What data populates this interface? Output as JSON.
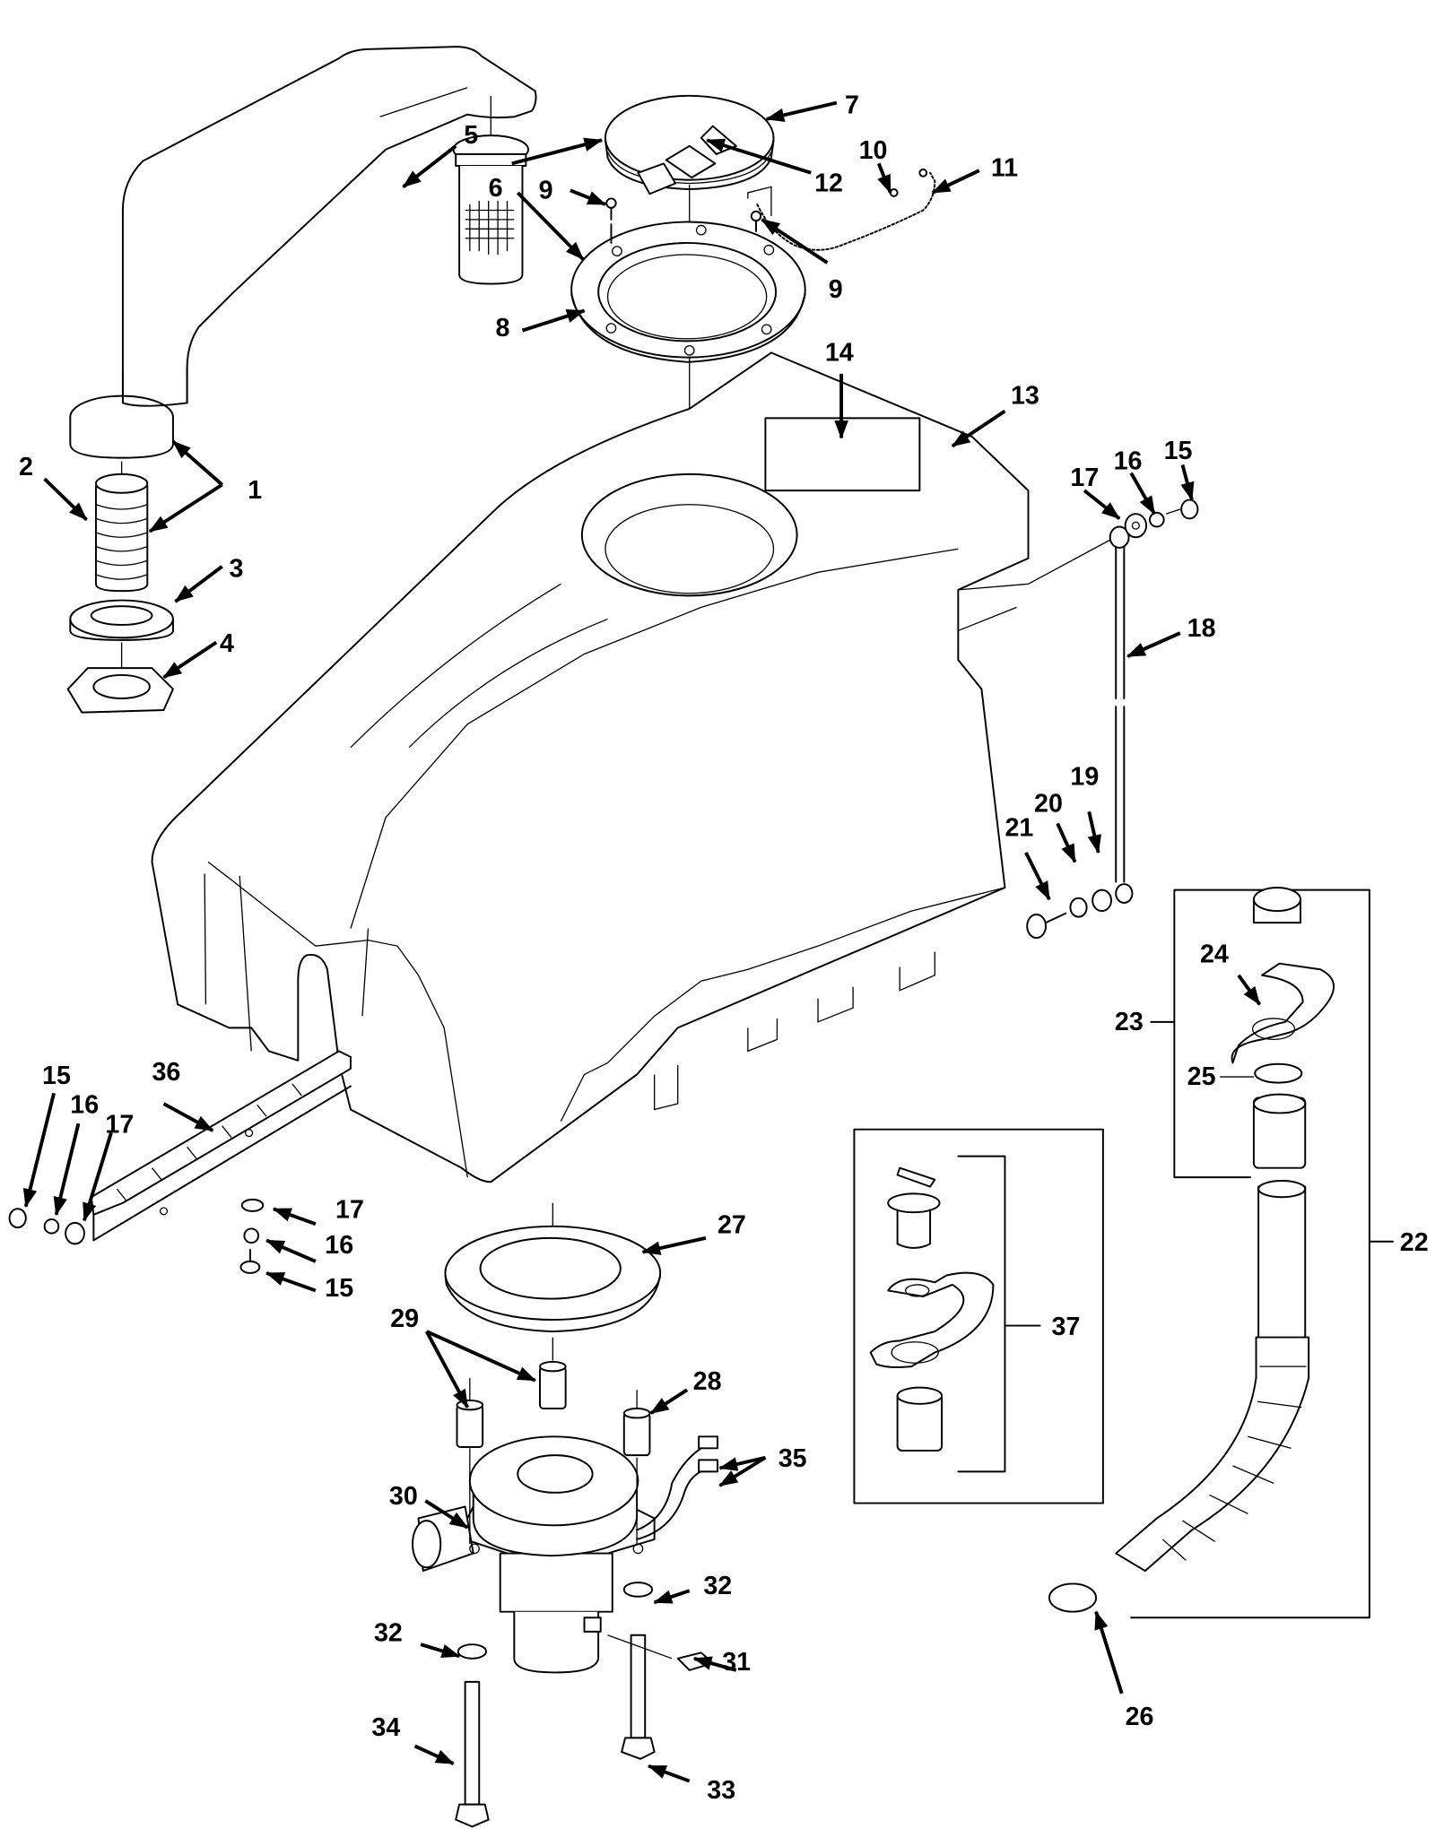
{
  "diagram": {
    "type": "exploded parts diagram",
    "part_labels": [
      {
        "id": "1",
        "text": "1"
      },
      {
        "id": "2",
        "text": "2"
      },
      {
        "id": "3",
        "text": "3"
      },
      {
        "id": "4",
        "text": "4"
      },
      {
        "id": "5",
        "text": "5"
      },
      {
        "id": "6",
        "text": "6"
      },
      {
        "id": "7",
        "text": "7"
      },
      {
        "id": "8",
        "text": "8"
      },
      {
        "id": "9a",
        "text": "9"
      },
      {
        "id": "9b",
        "text": "9"
      },
      {
        "id": "10",
        "text": "10"
      },
      {
        "id": "11",
        "text": "11"
      },
      {
        "id": "12",
        "text": "12"
      },
      {
        "id": "13",
        "text": "13"
      },
      {
        "id": "14",
        "text": "14"
      },
      {
        "id": "15a",
        "text": "15"
      },
      {
        "id": "16a",
        "text": "16"
      },
      {
        "id": "17a",
        "text": "17"
      },
      {
        "id": "18",
        "text": "18"
      },
      {
        "id": "19",
        "text": "19"
      },
      {
        "id": "20",
        "text": "20"
      },
      {
        "id": "21",
        "text": "21"
      },
      {
        "id": "22",
        "text": "22"
      },
      {
        "id": "23",
        "text": "23"
      },
      {
        "id": "24",
        "text": "24"
      },
      {
        "id": "25",
        "text": "25"
      },
      {
        "id": "26",
        "text": "26"
      },
      {
        "id": "27",
        "text": "27"
      },
      {
        "id": "28",
        "text": "28"
      },
      {
        "id": "29",
        "text": "29"
      },
      {
        "id": "30",
        "text": "30"
      },
      {
        "id": "31",
        "text": "31"
      },
      {
        "id": "32a",
        "text": "32"
      },
      {
        "id": "32b",
        "text": "32"
      },
      {
        "id": "33",
        "text": "33"
      },
      {
        "id": "34",
        "text": "34"
      },
      {
        "id": "35",
        "text": "35"
      },
      {
        "id": "36",
        "text": "36"
      },
      {
        "id": "37",
        "text": "37"
      },
      {
        "id": "15b",
        "text": "15"
      },
      {
        "id": "16b",
        "text": "16"
      },
      {
        "id": "17b",
        "text": "17"
      },
      {
        "id": "15c",
        "text": "15"
      },
      {
        "id": "16c",
        "text": "16"
      },
      {
        "id": "17c",
        "text": "17"
      }
    ]
  }
}
